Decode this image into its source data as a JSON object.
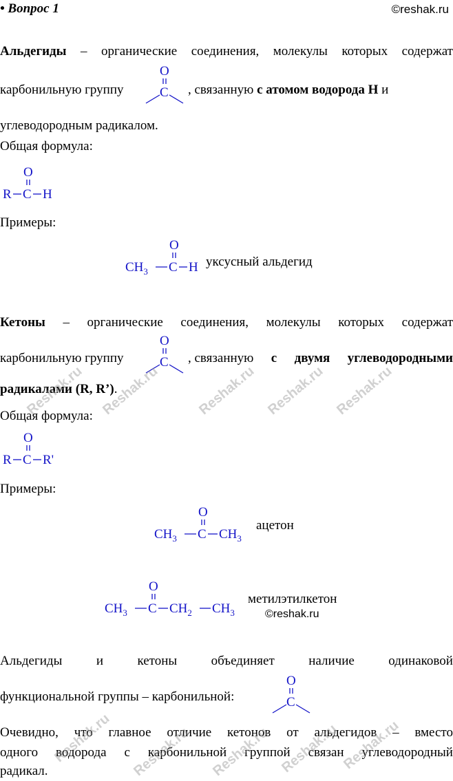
{
  "header": {
    "question": "• Вопрос 1",
    "copyright": "©reshak.ru"
  },
  "aldehydes": {
    "term": "Альдегиды",
    "line1_words": [
      "–",
      "органические",
      "соединения,",
      "молекулы",
      "которых",
      "содержат"
    ],
    "line2_before": "карбонильную группу",
    "line2_after": ", связанную ",
    "line2_bold": "с атомом водорода Н",
    "line2_end": " и",
    "line3": "углеводородным радикалом.",
    "general_label": "Общая формула:",
    "examples_label": "Примеры:",
    "example_name": "уксусный альдегид"
  },
  "ketones": {
    "term": "Кетоны",
    "line1_words": [
      "–",
      "органические",
      "соединения,",
      "молекулы",
      "которых",
      "содержат"
    ],
    "line2_before": "карбонильную группу",
    "line2_after": ", связанную ",
    "line2_bold_words": [
      "с",
      "двумя",
      "углеводородными"
    ],
    "line3_bold": "радикалами (R, R’)",
    "line3_end": ".",
    "general_label": "Общая формула:",
    "examples_label": "Примеры:",
    "example1_name": "ацетон",
    "example2_name": "метилэтилкетон",
    "example2_copyright": "©reshak.ru"
  },
  "conclusion": {
    "line1_words": [
      "Альдегиды",
      "и",
      "кетоны",
      "объединяет",
      "наличие",
      "одинаковой"
    ],
    "line2": "функциональной группы – карбонильной:",
    "line3_words": [
      "Очевидно,",
      "что",
      "главное",
      "отличие",
      "кетонов",
      "от",
      "альдегидов",
      "–",
      "вместо"
    ],
    "line4_words": [
      "одного",
      "водорода",
      "с",
      "карбонильной",
      "группой",
      "связан",
      "углеводородный"
    ],
    "line5": "радикал."
  },
  "formulas": {
    "O": "O",
    "C": "C",
    "R": "R",
    "H": "H",
    "R2": "R'",
    "CH": "CH",
    "sub3": "3",
    "sub2": "2",
    "dash": "–"
  },
  "watermark": "Reshak.ru",
  "colors": {
    "formula": "#1414c8",
    "watermark": "#969696"
  }
}
